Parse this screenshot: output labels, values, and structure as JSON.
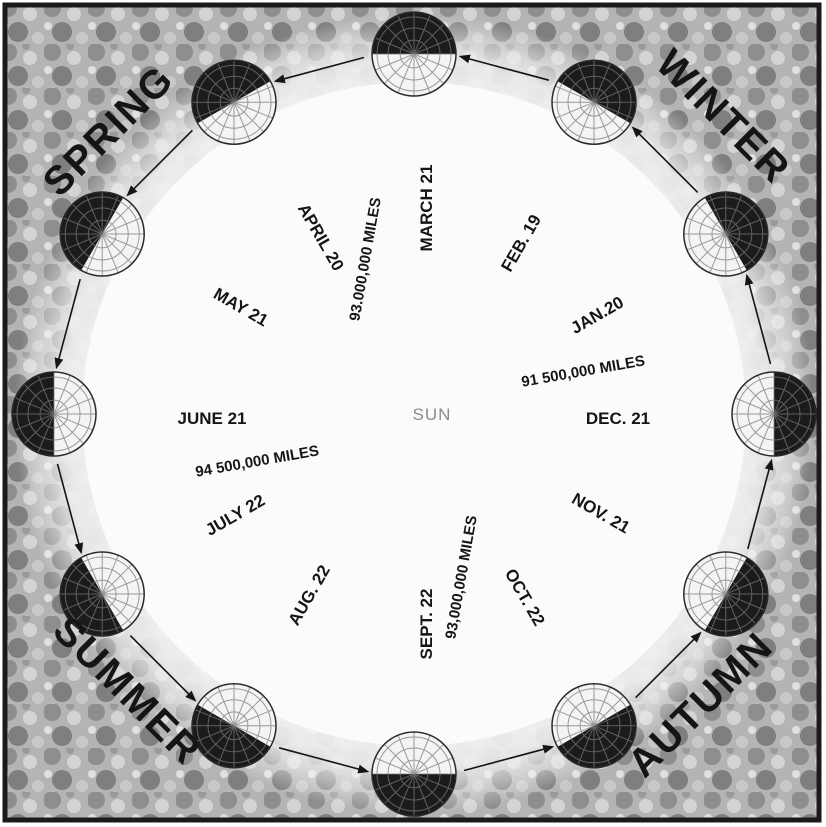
{
  "seasons": {
    "spring": "SPRING",
    "winter": "WINTER",
    "summer": "SUMMER",
    "autumn": "AUTUMN"
  },
  "center": {
    "sun": "SUN"
  },
  "dates": {
    "march21": "MARCH 21",
    "april20": "APRIL 20",
    "feb19": "FEB. 19",
    "may21": "MAY 21",
    "jan20": "JAN.20",
    "june21": "JUNE 21",
    "dec21": "DEC. 21",
    "july22": "JULY 22",
    "nov21": "NOV. 21",
    "aug22": "AUG. 22",
    "sept22": "SEPT. 22",
    "oct22": "OCT. 22"
  },
  "distances": {
    "spring_axis": "93.000,000 MILES",
    "winter_axis": "91 500,000 MILES",
    "summer_axis": "94 500,000 MILES",
    "autumn_axis": "93,000,000 MILES"
  },
  "colors": {
    "frame": "#1a1a1a",
    "texture": "#a8a8a8",
    "earth_dark": "#1b1b1b",
    "earth_light": "#f4f4f4",
    "ink": "#151515"
  }
}
